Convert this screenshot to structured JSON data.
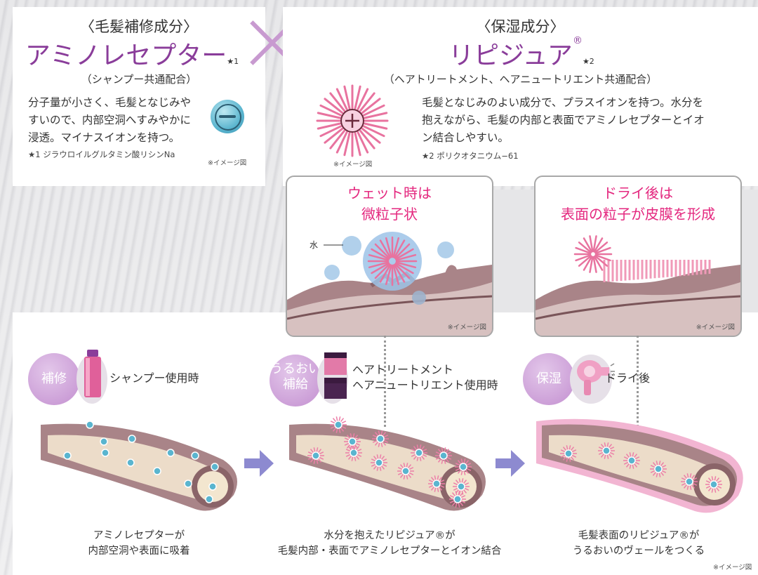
{
  "left_card": {
    "header": "〈毛髪補修成分〉",
    "name": "アミノレセプター",
    "star": "★1",
    "sub": "（シャンプー共通配合）",
    "desc_lines": [
      "分子量が小さく、毛髪となじみや",
      "すいので、内部空洞へすみやかに",
      "浸透。マイナスイオンを持つ。"
    ],
    "note": "★1 ジラウロイルグルタミン酸リシンNa",
    "image_note": "※イメージ図"
  },
  "right_card": {
    "header": "〈保湿成分〉",
    "name": "リピジュア",
    "reg": "®",
    "star": "★2",
    "sub": "（ヘアトリートメント、ヘアニュートリエント共通配合）",
    "desc_lines": [
      "毛髪となじみのよい成分で、プラスイオンを持つ。水分を",
      "抱えながら、毛髪の内部と表面でアミノレセプターとイオ",
      "ン結合しやすい。"
    ],
    "note": "★2 ポリクオタニウム−61",
    "image_note": "※イメージ図"
  },
  "zoom_wet": {
    "title_lines": [
      "ウェット時は",
      "微粒子状"
    ],
    "water_label": "水",
    "image_note": "※イメージ図"
  },
  "zoom_dry": {
    "title_lines": [
      "ドライ後は",
      "表面の粒子が皮膜を形成"
    ],
    "image_note": "※イメージ図"
  },
  "steps": [
    {
      "circle_lines": [
        "補修"
      ],
      "label_lines": [
        "シャンプー使用時"
      ],
      "caption_lines": [
        "アミノレセプターが",
        "内部空洞や表面に吸着"
      ]
    },
    {
      "circle_lines": [
        "うるおい",
        "補給"
      ],
      "label_lines": [
        "ヘアトリートメント",
        "ヘアニュートリエント使用時"
      ],
      "caption_lines": [
        "水分を抱えたリピジュア®が",
        "毛髪内部・表面でアミノレセプターとイオン結合"
      ]
    },
    {
      "circle_lines": [
        "保湿"
      ],
      "label_lines": [
        "ドライ後"
      ],
      "caption_lines": [
        "毛髪表面のリピジュア®が",
        "うるおいのヴェールをつくる"
      ]
    }
  ],
  "bottom_image_note": "※イメージ図",
  "colors": {
    "accent_purple": "#8a3d9a",
    "accent_pink": "#e4287f",
    "x_mark": "#c89ad0",
    "ion_blue": "#5ab5cf"
  },
  "icons": [
    "minus-ion-icon",
    "plus-ion-icon",
    "cross-mark-icon",
    "shampoo-bottle-icon",
    "treatment-jar-icon",
    "hair-dryer-icon",
    "arrow-right-icon"
  ]
}
